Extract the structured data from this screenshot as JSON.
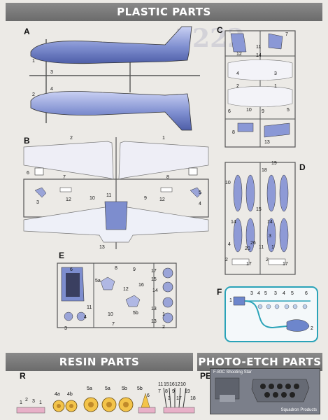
{
  "banners": {
    "plastic": "PLASTIC PARTS",
    "resin": "RESIN PARTS",
    "photoetch": "PHOTO-ETCH PARTS"
  },
  "sections": {
    "A": "A",
    "B": "B",
    "C": "C",
    "D": "D",
    "E": "E",
    "F": "F",
    "R": "R",
    "PE": "PE"
  },
  "sprueA": {
    "numbers": [
      "1",
      "3",
      "4",
      "2"
    ]
  },
  "sprueB": {
    "numbers": [
      "2",
      "1",
      "6",
      "7",
      "8",
      "3",
      "12",
      "10",
      "9",
      "12",
      "5",
      "4",
      "11",
      "13"
    ]
  },
  "sprueC": {
    "numbers": [
      "12",
      "11",
      "7",
      "14",
      "4",
      "3",
      "1",
      "2",
      "6",
      "10",
      "9",
      "5",
      "8",
      "13"
    ]
  },
  "sprueD": {
    "numbers": [
      "19",
      "18",
      "10",
      "15",
      "14",
      "14",
      "3",
      "4",
      "20",
      "26",
      "11",
      "1",
      "2",
      "17",
      "2",
      "17"
    ]
  },
  "sprueE": {
    "numbers": [
      "6",
      "11",
      "5a",
      "8",
      "9",
      "17",
      "15",
      "16",
      "14",
      "13",
      "12",
      "10",
      "5b",
      "3",
      "4",
      "1",
      "2",
      "13",
      "7"
    ]
  },
  "sprueF": {
    "numbers": [
      "3",
      "4",
      "5",
      "3",
      "4",
      "5",
      "6",
      "1",
      "2"
    ]
  },
  "resin": {
    "numbers": [
      "1",
      "2",
      "3",
      "1",
      "4a",
      "4b",
      "5a",
      "5a",
      "5b",
      "5b",
      "6",
      "11",
      "15",
      "16",
      "12",
      "10",
      "7",
      "8",
      "9",
      "3",
      "17",
      "19",
      "18"
    ]
  },
  "pe": {
    "title": "F-80C Shooting Star",
    "footer": "Squadron Products"
  },
  "colors": {
    "part": "#6f7fc4",
    "sprue": "#5a5a5a",
    "frameF": "#2aa3b8",
    "banner": "#777777"
  }
}
